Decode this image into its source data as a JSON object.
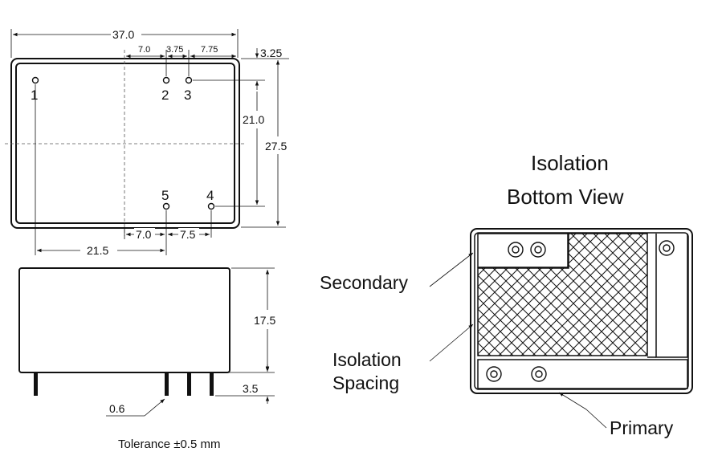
{
  "top_view": {
    "dim_total_width": "37.0",
    "dim_pin1_2_spacing": "7.0",
    "dim_pin2_3_spacing": "3.75",
    "dim_pin3_edge": "7.75",
    "dim_top_margin": "3.25",
    "dim_pin_vertical_spacing": "21.0",
    "dim_total_height": "27.5",
    "dim_bottom_left": "7.0",
    "dim_bottom_right": "7.5",
    "dim_pin1_to_5": "21.5",
    "pins": [
      "1",
      "2",
      "3",
      "4",
      "5"
    ]
  },
  "side_view": {
    "dim_body_height": "17.5",
    "dim_pin_length": "3.5",
    "dim_pin_diameter": "0.6"
  },
  "tolerance": "Tolerance ±0.5 mm",
  "isolation": {
    "title_line1": "Isolation",
    "title_line2": "Bottom View",
    "label_secondary": "Secondary",
    "label_isolation_line1": "Isolation",
    "label_isolation_line2": "Spacing",
    "label_primary": "Primary"
  }
}
